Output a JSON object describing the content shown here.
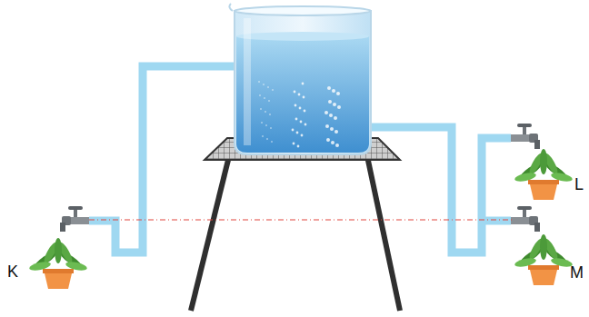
{
  "diagram": {
    "labels": [
      "K",
      "L",
      "M"
    ]
  }
}
